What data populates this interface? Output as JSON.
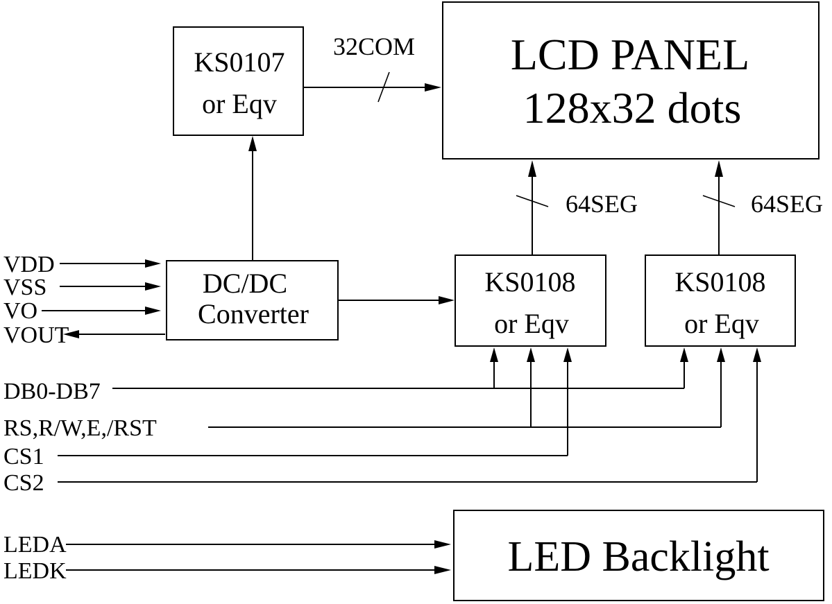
{
  "blocks": {
    "ks0107": {
      "line1": "KS0107",
      "line2": "or Eqv"
    },
    "lcd_panel": {
      "line1": "LCD PANEL",
      "line2": "128x32 dots"
    },
    "dcdc": {
      "line1": "DC/DC",
      "line2": "Converter"
    },
    "ks0108_left": {
      "line1": "KS0108",
      "line2": "or Eqv"
    },
    "ks0108_right": {
      "line1": "KS0108",
      "line2": "or Eqv"
    },
    "led_backlight": {
      "line1": "LED Backlight"
    }
  },
  "bus_labels": {
    "com": "32COM",
    "seg_left": "64SEG",
    "seg_right": "64SEG"
  },
  "signals": {
    "vdd": "VDD",
    "vss": "VSS",
    "vo": "VO",
    "vout": "VOUT",
    "db": "DB0-DB7",
    "ctrl": "RS,R/W,E,/RST",
    "cs1": "CS1",
    "cs2": "CS2",
    "leda": "LEDA",
    "ledk": "LEDK"
  }
}
